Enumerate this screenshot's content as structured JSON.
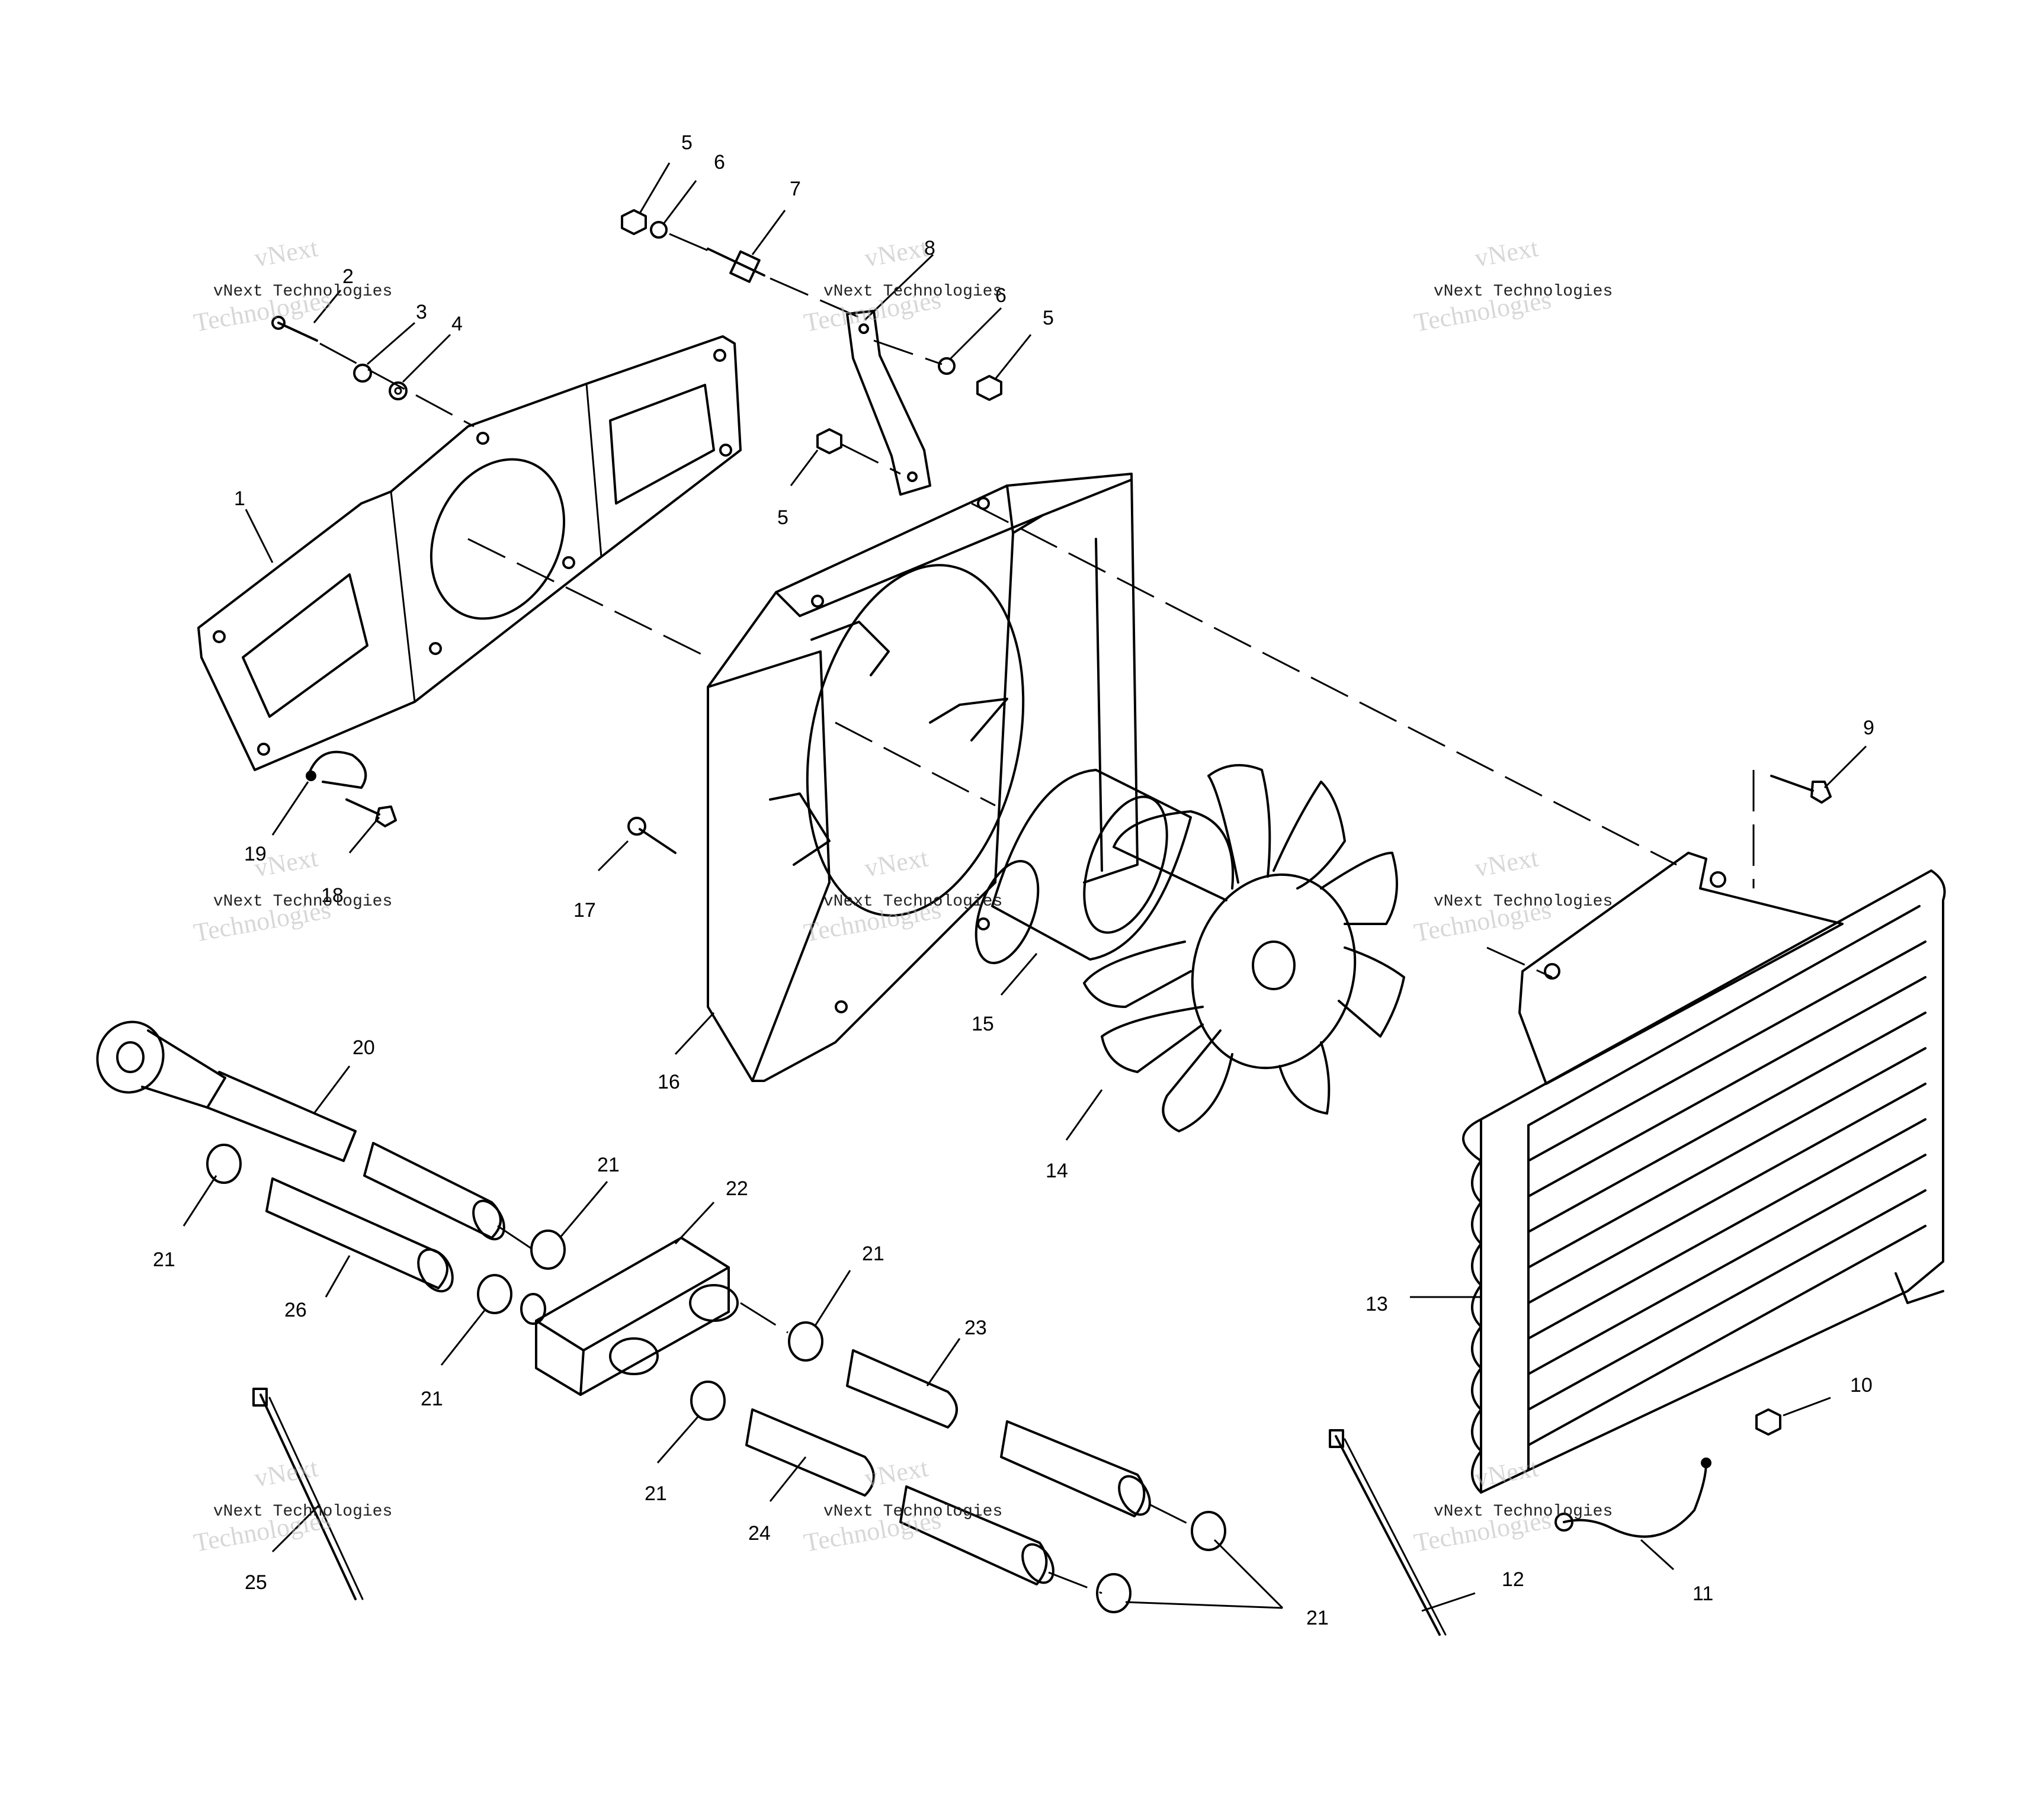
{
  "diagram": {
    "callouts": [
      "1",
      "2",
      "3",
      "4",
      "5",
      "6",
      "7",
      "8",
      "6",
      "5",
      "5",
      "9",
      "10",
      "11",
      "12",
      "13",
      "14",
      "15",
      "16",
      "17",
      "18",
      "19",
      "20",
      "21",
      "21",
      "21",
      "21",
      "21",
      "21",
      "22",
      "23",
      "24",
      "25",
      "26"
    ],
    "watermark": {
      "brand": "vNext",
      "company": "Technologies",
      "full_name": "vNext Technologies"
    }
  }
}
